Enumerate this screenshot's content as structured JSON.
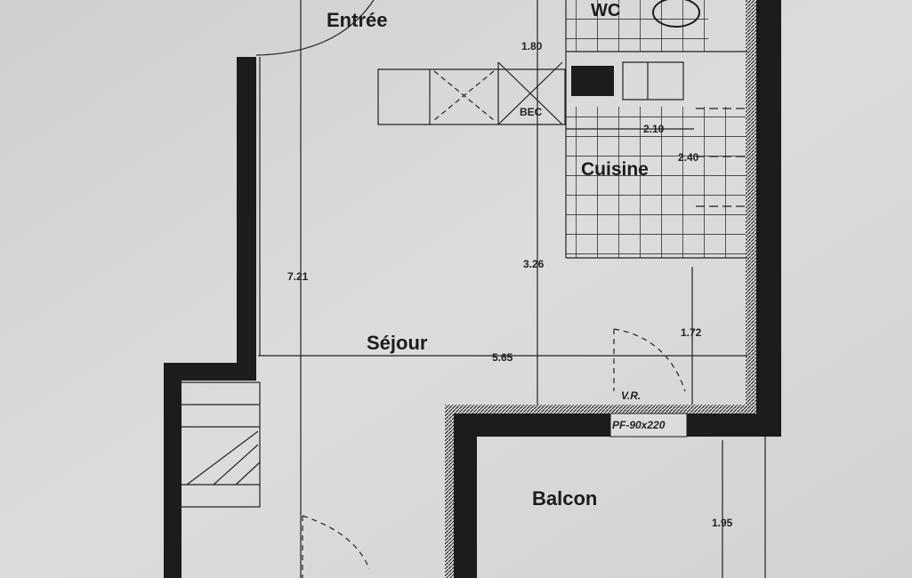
{
  "plan": {
    "rooms": {
      "entree": "Entrée",
      "wc": "WC",
      "cuisine": "Cuisine",
      "sejour": "Séjour",
      "balcon": "Balcon"
    },
    "fixtures": {
      "bec": "BEC",
      "vr": "V.R.",
      "door": "PF-90x220"
    },
    "dimensions": {
      "d1": "1.80",
      "d2": "2.10",
      "d3": "2.40",
      "d4": "3.26",
      "d5": "7.21",
      "d6": "5.65",
      "d7": "1.72",
      "d8": "1.95"
    }
  },
  "colors": {
    "paper": "#d6d6d4",
    "ink": "#1c1c1c"
  }
}
